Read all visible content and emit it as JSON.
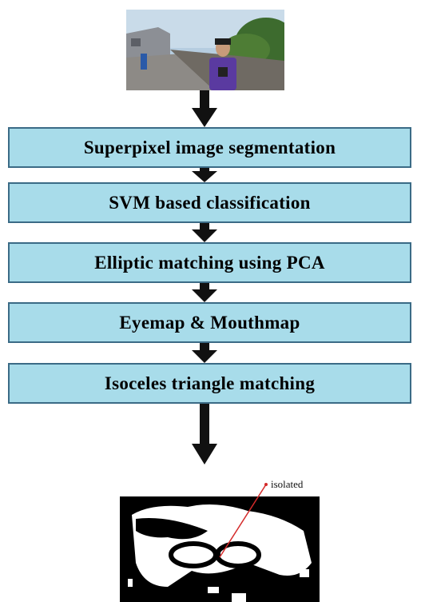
{
  "flowchart": {
    "steps": [
      {
        "label": "Superpixel image segmentation"
      },
      {
        "label": "SVM based classification"
      },
      {
        "label": "Elliptic matching using PCA"
      },
      {
        "label": "Eyemap & Mouthmap"
      },
      {
        "label": "Isoceles triangle matching"
      }
    ],
    "output_annotation": "isolated"
  },
  "colors": {
    "box_fill": "#a8dcea",
    "box_border": "#3b6b86",
    "arrow": "#111111",
    "annotation_line": "#d42a2a"
  }
}
